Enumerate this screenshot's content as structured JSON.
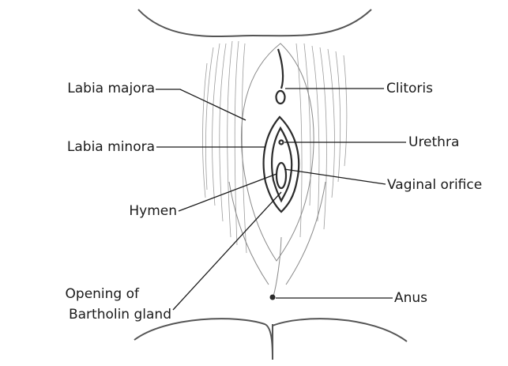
{
  "labels": {
    "labia_majora": "Labia majora",
    "labia_minora": "Labia minora",
    "hymen": "Hymen",
    "bartholin_line1": "Opening of",
    "bartholin_line2": "Bartholin gland",
    "clitoris": "Clitoris",
    "urethra": "Urethra",
    "vaginal_orifice": "Vaginal orifice",
    "anus": "Anus"
  },
  "colors": {
    "ink": "#1a1a1a",
    "sketch": "#8a8a8a",
    "background": "#ffffff"
  }
}
